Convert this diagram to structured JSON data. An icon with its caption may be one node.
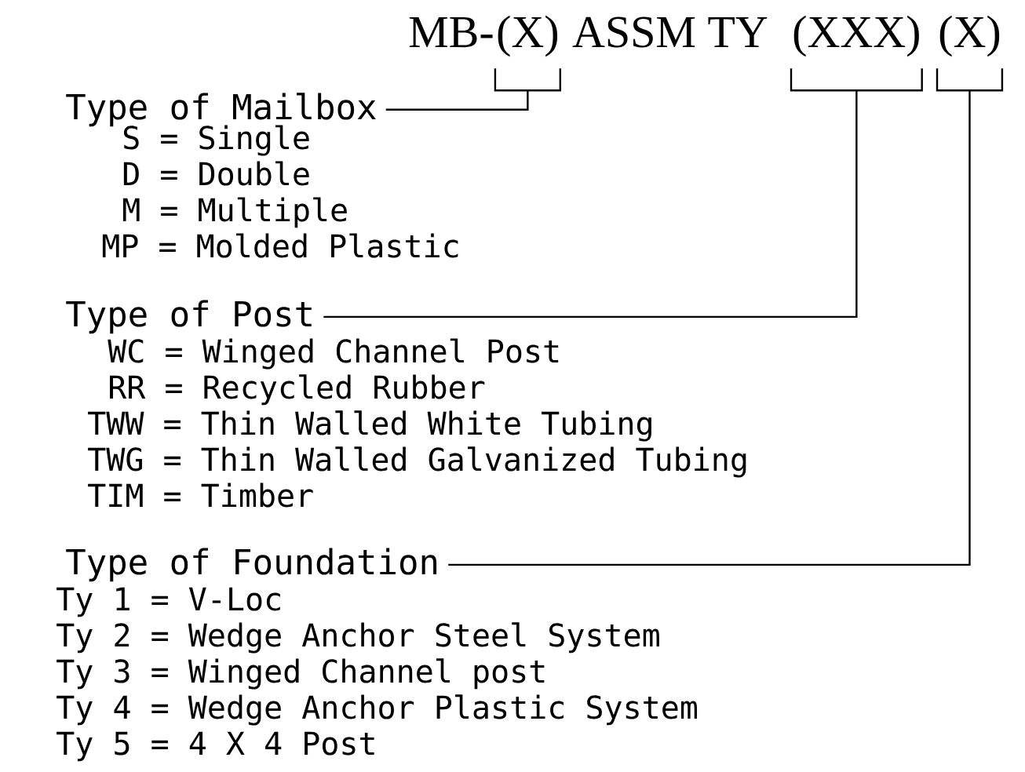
{
  "diagram": {
    "nodes": [
      {
        "text": [
          "MB-"
        ]
      },
      {
        "text": [
          "(X)"
        ]
      },
      {
        "text": [
          "ASSM TY"
        ]
      },
      {
        "text": [
          "(XXX)"
        ]
      },
      {
        "text": [
          "(X)"
        ]
      },
      {
        "text": [
          "Type of Mailbox"
        ]
      },
      {
        "text": [
          "Type of Post"
        ]
      },
      {
        "text": [
          "Type of Foundation"
        ]
      }
    ],
    "edges": [
      {
        "from": 5,
        "to": 1,
        "arrow": "none"
      },
      {
        "from": 6,
        "to": 3,
        "arrow": "none"
      },
      {
        "from": 7,
        "to": 4,
        "arrow": "none"
      }
    ],
    "labels": [
      "S = Single",
      "D = Double",
      "M = Multiple",
      "MP = Molded Plastic",
      "WC = Winged Channel Post",
      "RR = Recycled Rubber",
      "TWW = Thin Walled White Tubing",
      "TWG = Thin Walled Galvanized Tubing",
      "TIM = Timber",
      "Ty 1 = V-Loc",
      "Ty 2 = Wedge Anchor Steel System",
      "Ty 3 = Winged Channel post",
      "Ty 4 = Wedge Anchor Plastic System",
      "Ty 5 = 4 X 4 Post"
    ]
  }
}
